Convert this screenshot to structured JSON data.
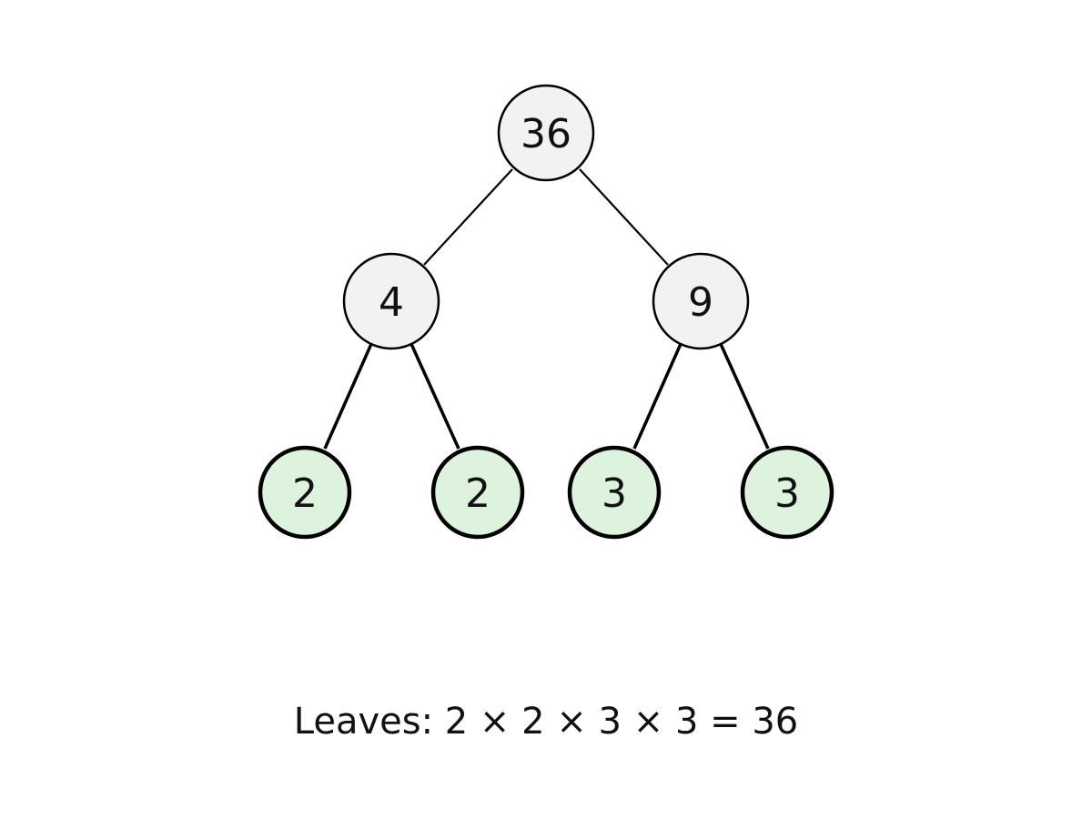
{
  "tree": {
    "root": "36",
    "level2": [
      "4",
      "9"
    ],
    "leaves": [
      "2",
      "2",
      "3",
      "3"
    ]
  },
  "caption": "Leaves: 2 × 2 × 3 × 3 = 36",
  "colors": {
    "internal_fill": "#f2f2f2",
    "leaf_fill": "#ddf3de",
    "stroke": "#000000",
    "text": "#111111"
  }
}
